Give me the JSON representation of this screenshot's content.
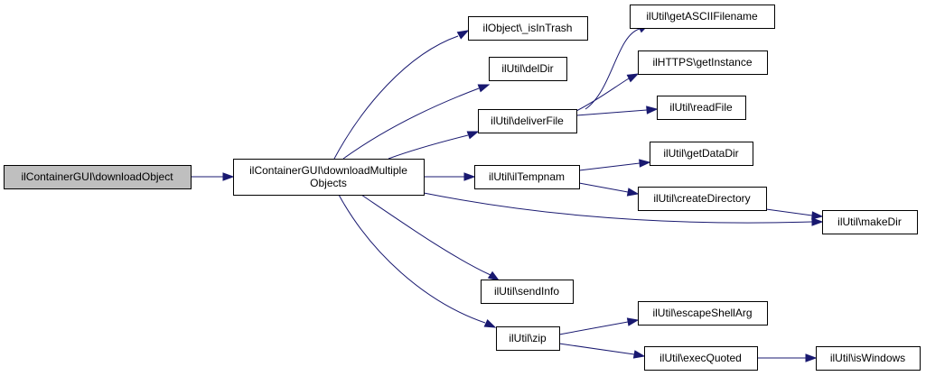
{
  "colors": {
    "root_fill": "#bfbfbf",
    "node_fill": "#ffffff",
    "edge": "#191970",
    "border": "#000000"
  },
  "nodes": [
    {
      "id": "downloadObject",
      "lines": [
        "ilContainerGUI\\downloadObject"
      ],
      "root": true,
      "interactable": false
    },
    {
      "id": "downloadMultipleObjects",
      "lines": [
        "ilContainerGUI\\downloadMultiple",
        "Objects"
      ],
      "interactable": true
    },
    {
      "id": "isInTrash",
      "lines": [
        "ilObject\\_isInTrash"
      ],
      "interactable": true
    },
    {
      "id": "delDir",
      "lines": [
        "ilUtil\\delDir"
      ],
      "interactable": true
    },
    {
      "id": "deliverFile",
      "lines": [
        "ilUtil\\deliverFile"
      ],
      "interactable": true
    },
    {
      "id": "ilTempnam",
      "lines": [
        "ilUtil\\ilTempnam"
      ],
      "interactable": true
    },
    {
      "id": "sendInfo",
      "lines": [
        "ilUtil\\sendInfo"
      ],
      "interactable": true
    },
    {
      "id": "zip",
      "lines": [
        "ilUtil\\zip"
      ],
      "interactable": true
    },
    {
      "id": "getASCIIFilename",
      "lines": [
        "ilUtil\\getASCIIFilename"
      ],
      "interactable": true
    },
    {
      "id": "getInstance",
      "lines": [
        "ilHTTPS\\getInstance"
      ],
      "interactable": true
    },
    {
      "id": "readFile",
      "lines": [
        "ilUtil\\readFile"
      ],
      "interactable": true
    },
    {
      "id": "getDataDir",
      "lines": [
        "ilUtil\\getDataDir"
      ],
      "interactable": true
    },
    {
      "id": "createDirectory",
      "lines": [
        "ilUtil\\createDirectory"
      ],
      "interactable": true
    },
    {
      "id": "makeDir",
      "lines": [
        "ilUtil\\makeDir"
      ],
      "interactable": true
    },
    {
      "id": "escapeShellArg",
      "lines": [
        "ilUtil\\escapeShellArg"
      ],
      "interactable": true
    },
    {
      "id": "execQuoted",
      "lines": [
        "ilUtil\\execQuoted"
      ],
      "interactable": true
    },
    {
      "id": "isWindows",
      "lines": [
        "ilUtil\\isWindows"
      ],
      "interactable": true
    }
  ],
  "edges": [
    {
      "from": "downloadObject",
      "to": "downloadMultipleObjects"
    },
    {
      "from": "downloadMultipleObjects",
      "to": "isInTrash"
    },
    {
      "from": "downloadMultipleObjects",
      "to": "delDir"
    },
    {
      "from": "downloadMultipleObjects",
      "to": "deliverFile"
    },
    {
      "from": "downloadMultipleObjects",
      "to": "ilTempnam"
    },
    {
      "from": "downloadMultipleObjects",
      "to": "makeDir"
    },
    {
      "from": "downloadMultipleObjects",
      "to": "sendInfo"
    },
    {
      "from": "downloadMultipleObjects",
      "to": "zip"
    },
    {
      "from": "deliverFile",
      "to": "getASCIIFilename"
    },
    {
      "from": "deliverFile",
      "to": "getInstance"
    },
    {
      "from": "deliverFile",
      "to": "readFile"
    },
    {
      "from": "ilTempnam",
      "to": "getDataDir"
    },
    {
      "from": "ilTempnam",
      "to": "createDirectory"
    },
    {
      "from": "createDirectory",
      "to": "makeDir"
    },
    {
      "from": "zip",
      "to": "escapeShellArg"
    },
    {
      "from": "zip",
      "to": "execQuoted"
    },
    {
      "from": "execQuoted",
      "to": "isWindows"
    }
  ]
}
